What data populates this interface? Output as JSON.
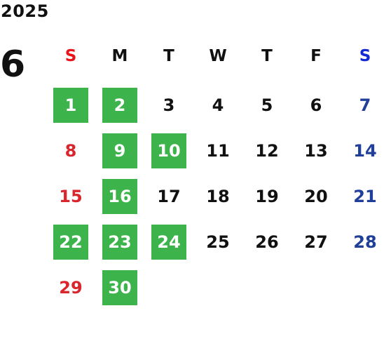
{
  "calendar": {
    "year": "2025",
    "month": "6",
    "weekdays": [
      "S",
      "M",
      "T",
      "W",
      "T",
      "F",
      "S"
    ],
    "first_weekday_index": 0,
    "days": [
      {
        "label": "1",
        "highlighted": true
      },
      {
        "label": "2",
        "highlighted": true
      },
      {
        "label": "3",
        "highlighted": false
      },
      {
        "label": "4",
        "highlighted": false
      },
      {
        "label": "5",
        "highlighted": false
      },
      {
        "label": "6",
        "highlighted": false
      },
      {
        "label": "7",
        "highlighted": false
      },
      {
        "label": "8",
        "highlighted": false
      },
      {
        "label": "9",
        "highlighted": true
      },
      {
        "label": "10",
        "highlighted": true
      },
      {
        "label": "11",
        "highlighted": false
      },
      {
        "label": "12",
        "highlighted": false
      },
      {
        "label": "13",
        "highlighted": false
      },
      {
        "label": "14",
        "highlighted": false
      },
      {
        "label": "15",
        "highlighted": false
      },
      {
        "label": "16",
        "highlighted": true
      },
      {
        "label": "17",
        "highlighted": false
      },
      {
        "label": "18",
        "highlighted": false
      },
      {
        "label": "19",
        "highlighted": false
      },
      {
        "label": "20",
        "highlighted": false
      },
      {
        "label": "21",
        "highlighted": false
      },
      {
        "label": "22",
        "highlighted": true
      },
      {
        "label": "23",
        "highlighted": true
      },
      {
        "label": "24",
        "highlighted": true
      },
      {
        "label": "25",
        "highlighted": false
      },
      {
        "label": "26",
        "highlighted": false
      },
      {
        "label": "27",
        "highlighted": false
      },
      {
        "label": "28",
        "highlighted": false
      },
      {
        "label": "29",
        "highlighted": false
      },
      {
        "label": "30",
        "highlighted": true
      }
    ]
  },
  "colors": {
    "text": "#111111",
    "highlight_bg": "#3cb44b",
    "highlight_text": "#ffffff",
    "sunday_header": "#e8141a",
    "saturday_header": "#1428d4",
    "sunday_day": "#d9262c",
    "saturday_day": "#1f3f99"
  }
}
